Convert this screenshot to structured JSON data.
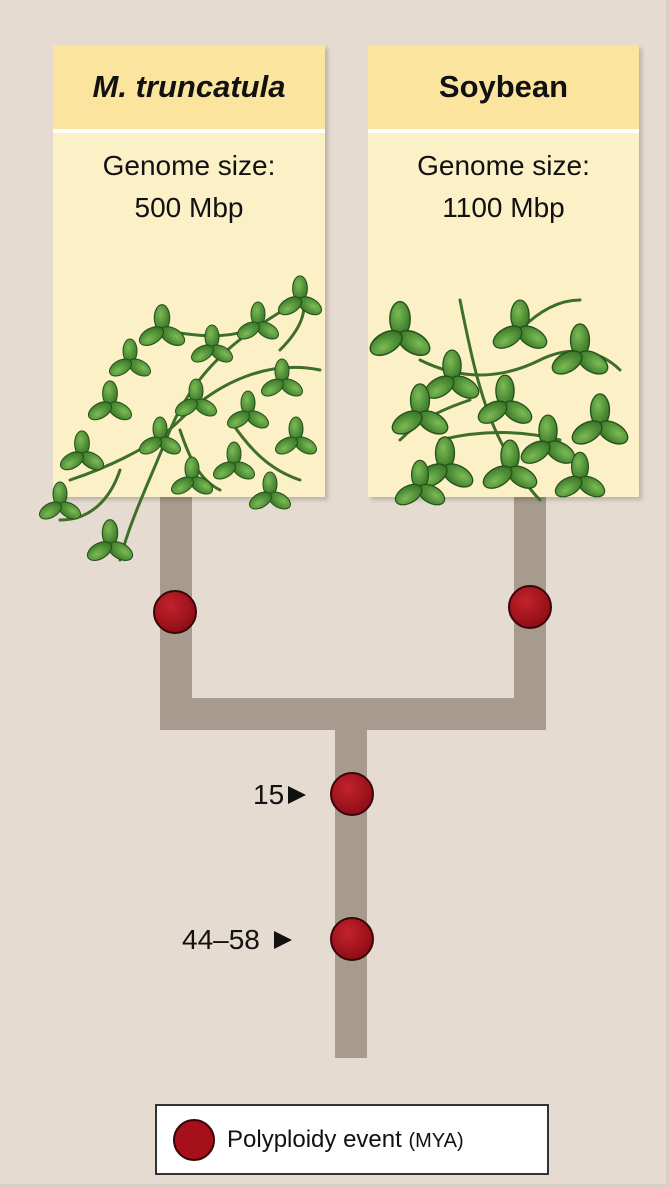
{
  "species": [
    {
      "name": "M. truncatula",
      "genome_label": "Genome size:",
      "genome_value": "500 Mbp"
    },
    {
      "name": "Soybean",
      "genome_label": "Genome size:",
      "genome_value": "1100 Mbp"
    }
  ],
  "events": [
    {
      "age": "15"
    },
    {
      "age": "44–58"
    }
  ],
  "legend": {
    "label": "Polyploidy event",
    "unit": "(MYA)"
  },
  "colors": {
    "background": "#e5dbd1",
    "branch": "#a69b8d",
    "event_marker": "#a5101b",
    "card": "#fcf0c6",
    "card_header": "#fbe59e",
    "leaf": "#3f8a2a"
  },
  "icons": {
    "plant": "clover-leaf-plant-icon",
    "arrow": "triangle-right-icon"
  }
}
